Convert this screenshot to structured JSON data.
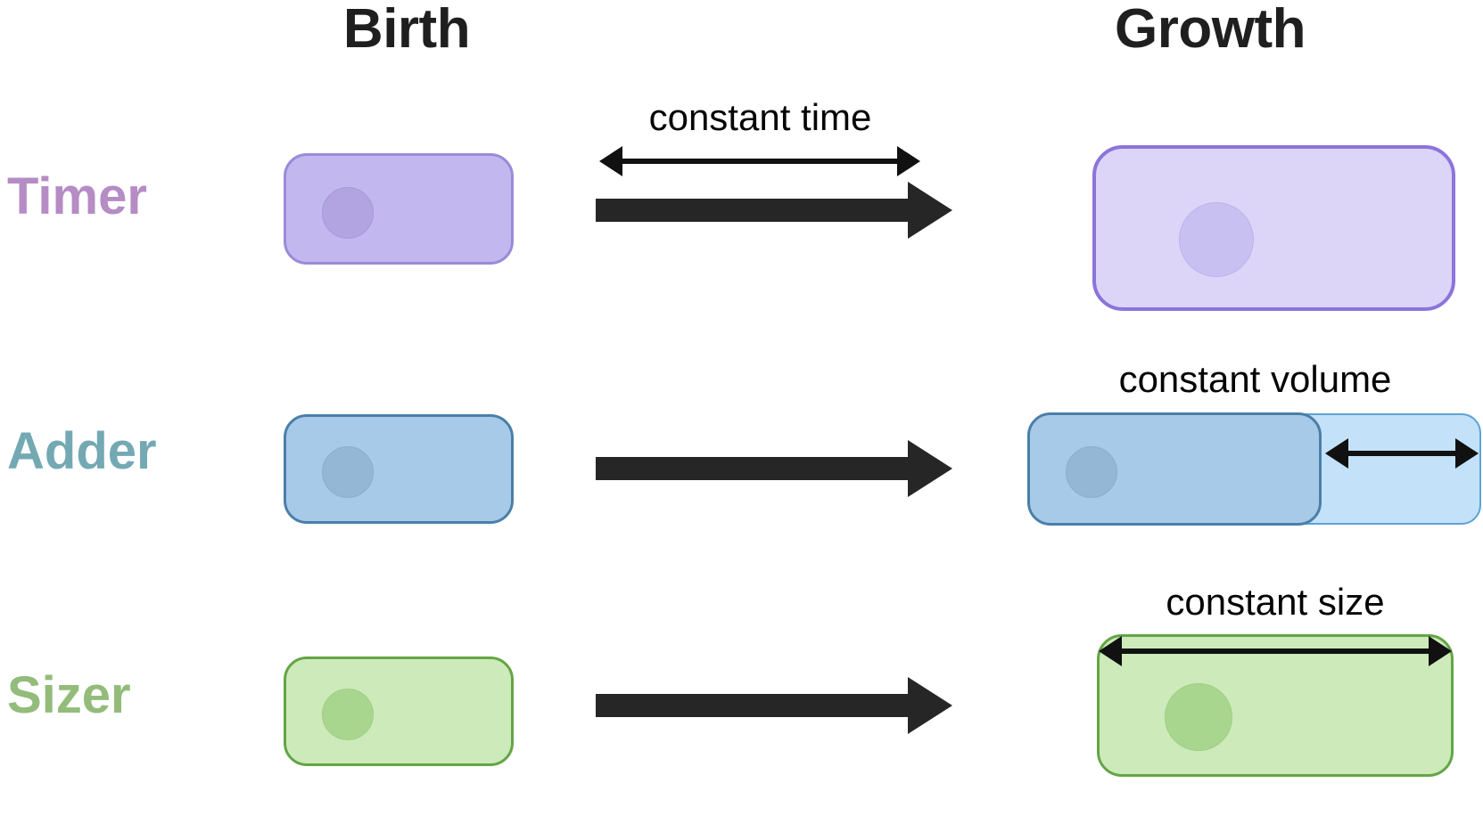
{
  "headers": {
    "birth": "Birth",
    "growth": "Growth"
  },
  "rows": [
    {
      "key": "timer",
      "label": "Timer",
      "label_color": "#b58cc4",
      "measure_caption": "constant time",
      "measure_target": "transition",
      "birth_cell": {
        "fill": "#c3b7ef",
        "stroke": "#9b8ad8",
        "nucleus_fill": "#b1a4e0"
      },
      "growth_cell": {
        "fill": "#dcd5f8",
        "stroke": "#8b74da",
        "nucleus_fill": "#c9c0f2",
        "segments": 1
      }
    },
    {
      "key": "adder",
      "label": "Adder",
      "label_color": "#74a9b3",
      "measure_caption": "constant volume",
      "measure_target": "added-segment",
      "birth_cell": {
        "fill": "#a8cae9",
        "stroke": "#4a7fa8",
        "nucleus_fill": "#94b7d6"
      },
      "growth_cell": {
        "fill": "#a8cae9",
        "stroke": "#4a7fa8",
        "nucleus_fill": "#94b7d6",
        "added_fill": "#c3e2fa",
        "added_stroke": "#5da2d4",
        "segments": 2
      }
    },
    {
      "key": "sizer",
      "label": "Sizer",
      "label_color": "#93bc7a",
      "measure_caption": "constant size",
      "measure_target": "growth-cell-width",
      "birth_cell": {
        "fill": "#cdeaba",
        "stroke": "#63a545",
        "nucleus_fill": "#a9d68f"
      },
      "growth_cell": {
        "fill": "#cdeaba",
        "stroke": "#63a545",
        "nucleus_fill": "#a9d68f",
        "segments": 1
      }
    }
  ],
  "transition_arrows": {
    "icon": "thick-right-arrow-icon",
    "color": "#262626",
    "count": 3
  },
  "measure_arrows": {
    "icon": "double-headed-arrow-icon",
    "color": "#111111"
  },
  "background": "#ffffff"
}
